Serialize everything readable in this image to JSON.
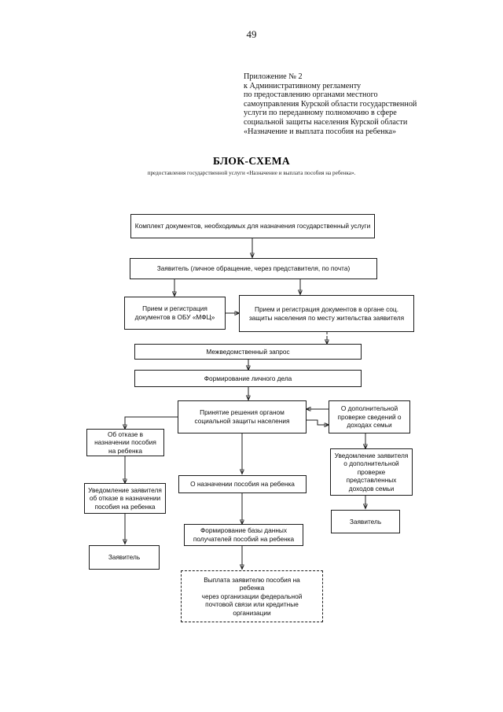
{
  "page": {
    "number": "49"
  },
  "appendix": {
    "lines": [
      "Приложение № 2",
      "к  Административному  регламенту",
      "по предоставлению  органами местного",
      "самоуправления Курской области государственной",
      "услуги по переданному полномочию в сфере",
      "социальной защиты населения  Курской области",
      "«Назначение и выплата  пособия на ребенка»"
    ]
  },
  "title": {
    "heading": "БЛОК-СХЕМА",
    "subtitle": "предоставления государственной услуги  «Назначение и выплата  пособия на ребенка»."
  },
  "chart_data": {
    "type": "diagram",
    "title": "БЛОК-СХЕМА предоставления государственной услуги «Назначение и выплата пособия на ребенка»",
    "nodes": [
      {
        "id": "docs",
        "label": "Комплект документов, необходимых для назначения государственный услуги"
      },
      {
        "id": "applicant",
        "label": "Заявитель (личное обращение, через представителя, по почта)"
      },
      {
        "id": "mfc",
        "label": "Прием и регистрация документов в ОБУ «МФЦ»"
      },
      {
        "id": "socreg",
        "label": "Прием и регистрация документов в органе соц. защиты населения по месту жительства заявителя"
      },
      {
        "id": "interreq",
        "label": "Межведомственный запрос"
      },
      {
        "id": "personal",
        "label": "Формирование личного дела"
      },
      {
        "id": "decision",
        "label": "Принятие решения органом социальной защиты населения"
      },
      {
        "id": "addcheck",
        "label": "О дополнительной проверке сведений о доходах семьи"
      },
      {
        "id": "refusal",
        "label": "Об отказе в назначении пособия на ребенка"
      },
      {
        "id": "notifyadd",
        "label": "Уведомление заявителя о дополнительной проверке представленных доходов семьи"
      },
      {
        "id": "grant",
        "label": "О назначении пособия на ребенка"
      },
      {
        "id": "notifyref",
        "label": "Уведомление заявителя об отказе в назначении пособия на ребенка"
      },
      {
        "id": "applicant2",
        "label": "Заявитель"
      },
      {
        "id": "applicant3",
        "label": "Заявитель"
      },
      {
        "id": "database",
        "label": "Формирование базы данных получателей пособий на ребенка"
      },
      {
        "id": "payment",
        "label": "Выплата заявителю пособия на ребенка\nчерез организации федеральной почтовой связи или кредитные организации"
      }
    ],
    "edges": [
      {
        "from": "docs",
        "to": "applicant"
      },
      {
        "from": "applicant",
        "to": "mfc"
      },
      {
        "from": "applicant",
        "to": "socreg"
      },
      {
        "from": "mfc",
        "to": "socreg"
      },
      {
        "from": "socreg",
        "to": "interreq"
      },
      {
        "from": "interreq",
        "to": "personal"
      },
      {
        "from": "personal",
        "to": "decision"
      },
      {
        "from": "decision",
        "to": "addcheck"
      },
      {
        "from": "addcheck",
        "to": "decision"
      },
      {
        "from": "decision",
        "to": "refusal"
      },
      {
        "from": "decision",
        "to": "grant"
      },
      {
        "from": "addcheck",
        "to": "notifyadd"
      },
      {
        "from": "refusal",
        "to": "notifyref"
      },
      {
        "from": "notifyref",
        "to": "applicant2"
      },
      {
        "from": "notifyadd",
        "to": "applicant3"
      },
      {
        "from": "grant",
        "to": "database"
      },
      {
        "from": "database",
        "to": "payment"
      }
    ]
  },
  "nodes": {
    "docs": "Комплект документов, необходимых для назначения государственный услуги",
    "applicant": "Заявитель (личное обращение, через представителя, по почта)",
    "mfc": "Прием и регистрация документов в ОБУ «МФЦ»",
    "socreg": "Прием и регистрация документов в органе соц. защиты населения по месту жительства заявителя",
    "interreq": "Межведомственный запрос",
    "personal": "Формирование личного дела",
    "decision": "Принятие решения органом социальной защиты населения",
    "addcheck": "О дополнительной проверке сведений о доходах семьи",
    "refusal": "Об отказе в назначении пособия на ребенка",
    "notifyadd": "Уведомление заявителя о дополнительной проверке представленных доходов семьи",
    "grant": "О назначении пособия на ребенка",
    "notifyref": "Уведомление заявителя об отказе в назначении пособия на ребенка",
    "applicant2": "Заявитель",
    "applicant3": "Заявитель",
    "database": "Формирование базы данных получателей пособий на ребенка",
    "payment_line1": "Выплата заявителю пособия на",
    "payment_line2": "ребенка",
    "payment_line3": "через организации федеральной",
    "payment_line4": "почтовой связи или кредитные",
    "payment_line5": "организации"
  }
}
